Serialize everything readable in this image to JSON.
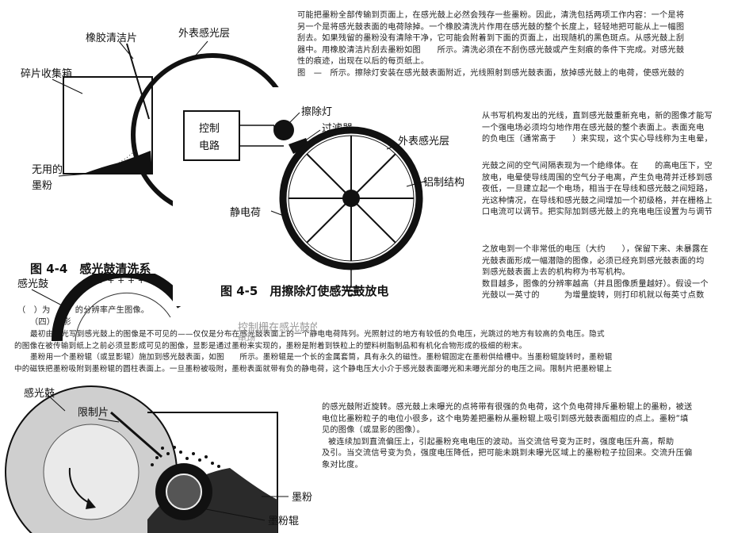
{
  "top_right_paragraph": [
    "可能把墨粉全部传输到页面上，在感光鼓上必然会残存一些墨粉。因此，清洗包括两项工作内容：一个是将",
    "另一个是将感光鼓表面的电荷除掉。一个橡胶清洗片作用在感光鼓的整个长度上，轻轻地把可能从上一幅图",
    "刮去。如果残留的墨粉没有清除干净，它可能会附着到下面的页面上，出现随机的黑色斑点。从感光鼓上刮",
    "器中。用橡胶清洁片刮去墨粉如图　　所示。清洗必须在不刮伤感光鼓或产生刻痕的条件下完成。对感光鼓",
    "性的痕迹，出现在以后的每页纸上。",
    "图　—　所示。擦除灯安装在感光鼓表面附近，光线照射到感光鼓表面，放掉感光鼓上的电荷，使感光鼓的"
  ],
  "right_block_1": [
    "从书写机构发出的光线，直到感光鼓重新充电，新的图像才能写",
    "一个强电场必须均匀地作用在感光鼓的整个表面上。表面充电",
    "的负电压（通常高于　　）来实现，这个实心导线称为主电晕，"
  ],
  "right_block_2": [
    "光鼓之间的空气间隔表现为一个绝缘体。在　　的高电压下，空",
    "放电，电晕使导线周围的空气分子电离，产生负电荷并迁移到感",
    "夜低，一旦建立起一个电场，相当于在导线和感光鼓之间短路，",
    "光这种情况，在导线和感光鼓之间增加一个初级格，并在栅格上",
    "口电流可以调节。把实际加到感光鼓上的充电电压设置为与调节"
  ],
  "right_block_3": [
    "之放电到一个非常低的电压（大约　　），保留下来、未暴露在",
    "光鼓表面形成一幅潜隐的图像，必须已经充到感光鼓表面的均",
    "到感光鼓表面上去的机构称为书写机构。",
    "数目越多，图像的分辨率越高（并且图像质量越好）。假设一个",
    "光鼓以一英寸的　　　为增量旋转，则打印机就以每英寸点数"
  ],
  "left_fragment": "（　）为　　　的分辨率产生图像。",
  "section_label": "（四）显影",
  "middle_paragraph": [
    "最初由激光写到感光鼓上的图像是不可见的——仅仅是分布在感光鼓表面上的一个静电电荷阵列。光照射过的地方有较低的负电压，光跳过的地方有较高的负电压。隐式",
    "的图像在被传输到纸上之前必须显影成可见的图像，显影是通过墨粉来实现的，墨粉是附着到铁粒上的塑料树脂制品和有机化合物形成的极细的粉末。",
    "墨粉用一个墨粉辊（或显影辊）施加到感光鼓表面，如图　　所示。墨粉辊是一个长的金属套筒，具有永久的磁性。墨粉辊固定在墨粉供给槽中。当墨粉辊旋转时，墨粉辊",
    "中的磁铁把墨粉吸附到墨粉辊的圆柱表面上。一旦墨粉被吸附，墨粉表面就带有负的静电荷，这个静电压大小介于感光鼓表面曝光和未曝光部分的电压之间。限制片把墨粉辊上"
  ],
  "bottom_paragraph": [
    "的感光鼓附近旋转。感光鼓上未曝光的点将带有很强的负电荷，这个负电荷排斥墨粉辊上的墨粉，被送",
    "电位比墨粉粒子的电位小很多，这个电势差把墨粉从墨粉辊上吸引到感光鼓表面相应的点上。墨粉“填",
    "见的图像（或显影的图像）。",
    "被连续加到直流偏压上，引起墨粉充电电压的波动。当交流信号变为正时，强度电压升高，帮助",
    "及引。当交流信号变为负，强度电压降低，把可能未跳到未曝光区域上的墨粉粒子拉回来。交流升压偏",
    "象对比度。"
  ],
  "fig44": {
    "label_rubber_blade": "橡胶清洁片",
    "label_outer_layer": "外表感光层",
    "label_debris_box": "碎片收集箱",
    "label_waste_toner_1": "无用的",
    "label_waste_toner_2": "墨粉",
    "caption": "图 4-4　感光鼓清洗系"
  },
  "fig45": {
    "label_erase_lamp": "擦除灯",
    "label_filter": "过滤器",
    "label_control_1": "控制",
    "label_control_2": "电路",
    "label_outer_layer": "外表感光层",
    "label_aluminum": "铝制结构",
    "label_static_charge": "静电荷",
    "caption": "图 4-5　用擦除灯使感光鼓放电"
  },
  "fig46_partial": {
    "label_drum": "感光鼓",
    "ghost_text": "控制栅在感光鼓的表",
    "ghost_text_2": "电场"
  },
  "fig47": {
    "label_drum": "感光鼓",
    "label_limiter": "限制片",
    "label_toner": "墨粉",
    "label_toner_roller": "墨粉辊"
  }
}
